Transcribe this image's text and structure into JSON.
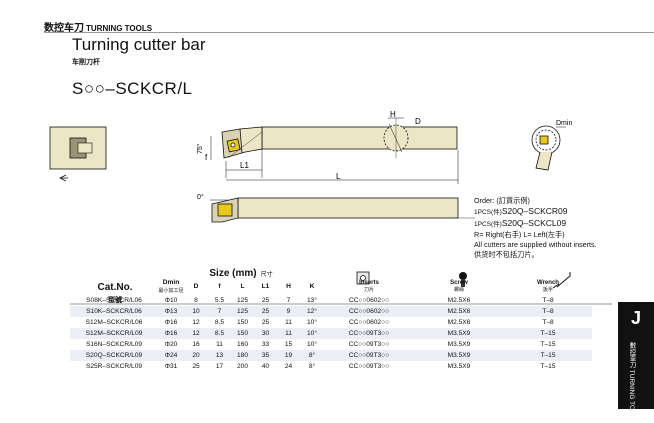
{
  "header": {
    "category_cn": "数控车刀",
    "category_en": "TURNING TOOLS"
  },
  "title": "Turning cutter bar",
  "subtitle_cn": "车削刀杆",
  "model": "S○○–SCKCR/L",
  "diagram_labels": {
    "angle_75": "75°",
    "f": "f",
    "l1": "L1",
    "l": "L",
    "h": "H",
    "d": "D",
    "dmin": "Dmin",
    "angle_0": "0°"
  },
  "order": {
    "heading": "Order: (訂貨示例)",
    "line1_prefix": "1PCS(件)",
    "line1_code": "S20Q–SCKCR09",
    "line2_prefix": "1PCS(件)",
    "line2_code": "S20Q–SCKCL09",
    "rl_note": "R= Right(右手)  L= Left(左手)",
    "note_en": "All cutters are supplied without inserts.",
    "note_cn": "供货时不包括刀片。"
  },
  "table": {
    "cat_no": "Cat.No.",
    "cat_no_cn": "型號",
    "size_heading": "Size (mm)",
    "size_heading_cn": "尺寸",
    "columns": [
      {
        "label": "Dmin",
        "sub": "最小加工径"
      },
      {
        "label": "D"
      },
      {
        "label": "f"
      },
      {
        "label": "L"
      },
      {
        "label": "L1"
      },
      {
        "label": "H"
      },
      {
        "label": "K"
      }
    ],
    "inserts": {
      "label": "Inserts",
      "sub": "刀片"
    },
    "screw": {
      "label": "Screw",
      "sub": "螺絲"
    },
    "wrench": {
      "label": "Wrench",
      "sub": "扳手"
    },
    "rows": [
      [
        "S08K–SCKCR/L06",
        "Φ10",
        "8",
        "5.5",
        "125",
        "25",
        "7",
        "13°",
        "CC○○0602○○",
        "M2.5X6",
        "T–8"
      ],
      [
        "S10K–SCKCR/L06",
        "Φ13",
        "10",
        "7",
        "125",
        "25",
        "9",
        "12°",
        "CC○○0602○○",
        "M2.5X6",
        "T–8"
      ],
      [
        "S12M–SCKCR/L06",
        "Φ16",
        "12",
        "8.5",
        "150",
        "25",
        "11",
        "10°",
        "CC○○0602○○",
        "M2.5X6",
        "T–8"
      ],
      [
        "S12M–SCKCR/L09",
        "Φ16",
        "12",
        "8.5",
        "150",
        "30",
        "11",
        "10°",
        "CC○○09T3○○",
        "M3.5X9",
        "T–15"
      ],
      [
        "S16N–SCKCR/L09",
        "Φ20",
        "16",
        "11",
        "160",
        "33",
        "15",
        "10°",
        "CC○○09T3○○",
        "M3.5X9",
        "T–15"
      ],
      [
        "S20Q–SCKCR/L09",
        "Φ24",
        "20",
        "13",
        "180",
        "35",
        "19",
        "8°",
        "CC○○09T3○○",
        "M3.5X9",
        "T–15"
      ],
      [
        "S25R–SCKCR/L09",
        "Φ31",
        "25",
        "17",
        "200",
        "40",
        "24",
        "8°",
        "CC○○09T3○○",
        "M3.5X9",
        "T–15"
      ]
    ]
  },
  "side_tab": {
    "letter": "J",
    "text": "數控車刀 TURNING TOOLS"
  }
}
